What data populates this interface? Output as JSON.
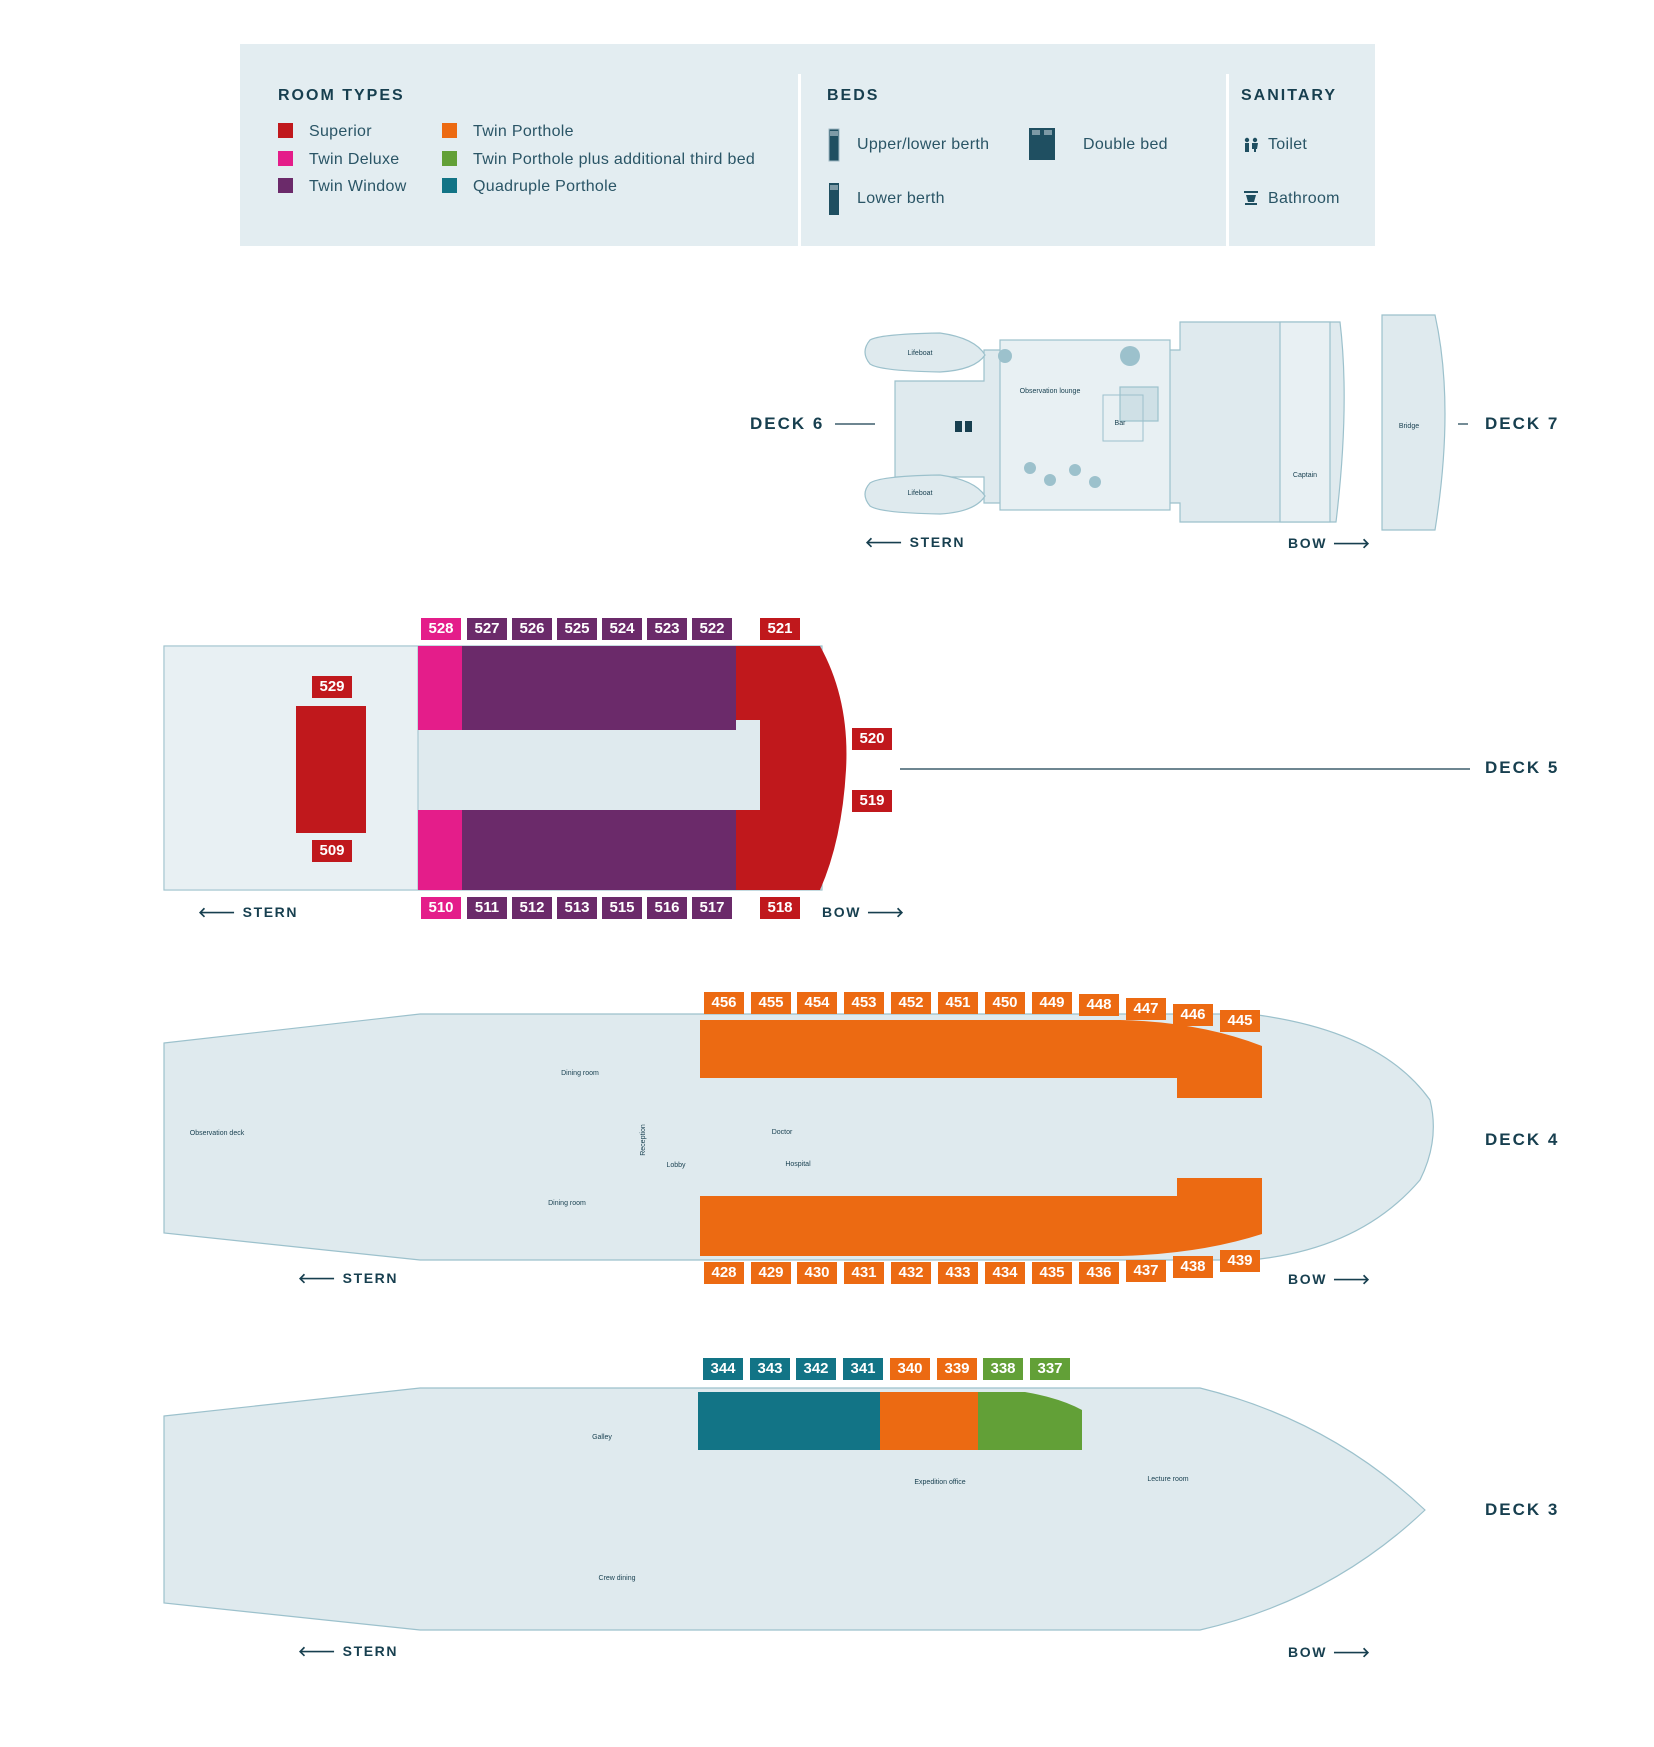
{
  "legend": {
    "room_types": {
      "heading": "ROOM TYPES",
      "items": [
        {
          "label": "Superior",
          "color": "#c0181c"
        },
        {
          "label": "Twin Deluxe",
          "color": "#e41d8a"
        },
        {
          "label": "Twin Window",
          "color": "#6b2a6a"
        },
        {
          "label": "Twin Porthole",
          "color": "#ec6a12"
        },
        {
          "label": "Twin Porthole plus additional third bed",
          "color": "#62a037"
        },
        {
          "label": "Quadruple Porthole",
          "color": "#127486"
        }
      ]
    },
    "beds": {
      "heading": "BEDS",
      "upper_lower": "Upper/lower berth",
      "double": "Double bed",
      "lower": "Lower berth"
    },
    "sanitary": {
      "heading": "SANITARY",
      "toilet": "Toilet",
      "bathroom": "Bathroom"
    }
  },
  "decks": {
    "deck6": {
      "label": "DECK 6",
      "lifeboat_top": "Lifeboat",
      "lifeboat_bottom": "Lifeboat",
      "lounge": "Observation lounge",
      "bar": "Bar",
      "captain": "Captain",
      "stern": "STERN",
      "bow": "BOW"
    },
    "deck7": {
      "label": "DECK 7",
      "bridge": "Bridge"
    },
    "deck5": {
      "label": "DECK 5",
      "stern": "STERN",
      "bow": "BOW",
      "top_rooms": [
        "528",
        "527",
        "526",
        "525",
        "524",
        "523",
        "522"
      ],
      "bottom_rooms": [
        "510",
        "511",
        "512",
        "513",
        "515",
        "516",
        "517"
      ],
      "r521": "521",
      "r520": "520",
      "r519": "519",
      "r518": "518",
      "r529": "529",
      "r509": "509"
    },
    "deck4": {
      "label": "DECK 4",
      "stern": "STERN",
      "bow": "BOW",
      "top_rooms": [
        "456",
        "455",
        "454",
        "453",
        "452",
        "451",
        "450",
        "449",
        "448",
        "447",
        "446",
        "445"
      ],
      "bottom_rooms": [
        "428",
        "429",
        "430",
        "431",
        "432",
        "433",
        "434",
        "435",
        "436",
        "437",
        "438",
        "439"
      ],
      "observation": "Observation deck",
      "dining_top": "Dining room",
      "dining_bottom": "Dining room",
      "reception": "Reception",
      "lobby": "Lobby",
      "doctor": "Doctor",
      "hospital": "Hospital"
    },
    "deck3": {
      "label": "DECK 3",
      "stern": "STERN",
      "bow": "BOW",
      "rooms": [
        {
          "num": "344",
          "type": "qp"
        },
        {
          "num": "343",
          "type": "qp"
        },
        {
          "num": "342",
          "type": "qp"
        },
        {
          "num": "341",
          "type": "qp"
        },
        {
          "num": "340",
          "type": "tp"
        },
        {
          "num": "339",
          "type": "tp"
        },
        {
          "num": "338",
          "type": "tp3"
        },
        {
          "num": "337",
          "type": "tp3"
        }
      ],
      "galley": "Galley",
      "expedition": "Expedition office",
      "lecture": "Lecture room",
      "crew": "Crew dining"
    }
  }
}
